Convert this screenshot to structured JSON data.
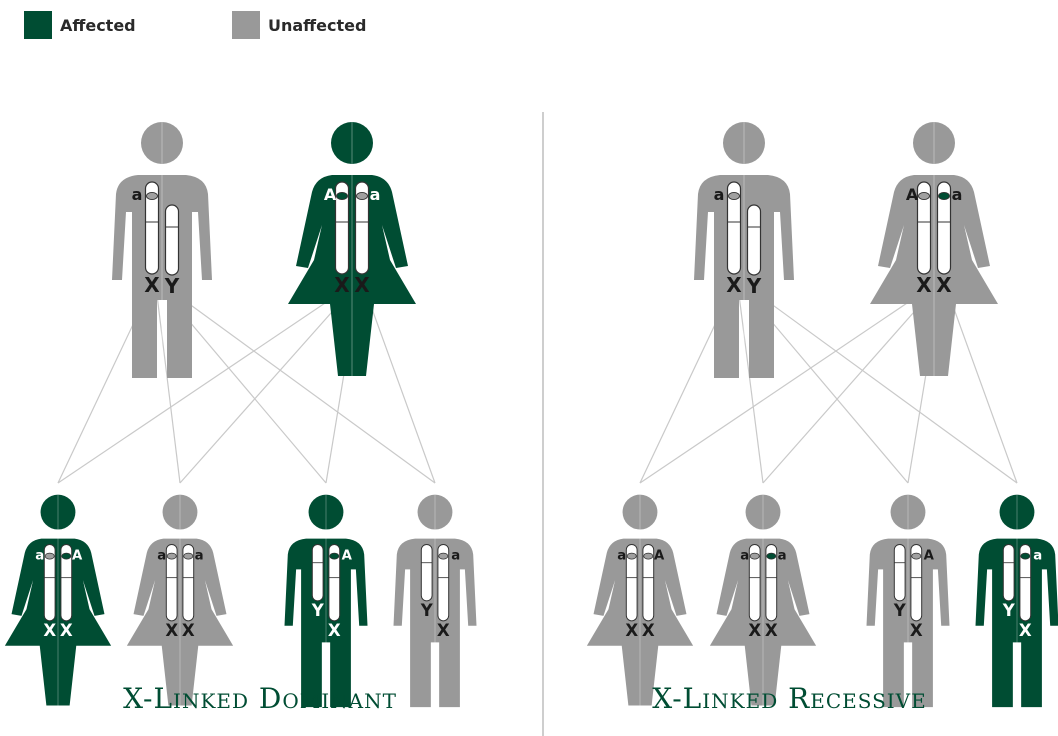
{
  "legend": [
    {
      "label": "Affected",
      "color": "#004d33"
    },
    {
      "label": "Unaffected",
      "color": "#999999"
    }
  ],
  "colors": {
    "affected": "#004d33",
    "unaffected": "#999999",
    "line": "#c9c9c9",
    "divider": "#bdbdbd"
  },
  "panels": [
    {
      "title": "X-Linked Dominant",
      "parents": [
        {
          "sex": "male",
          "affected": false,
          "alleles": [
            "a"
          ],
          "marks": [
            "gray"
          ],
          "chromosomes": [
            "X",
            "Y"
          ]
        },
        {
          "sex": "female",
          "affected": true,
          "alleles": [
            "A",
            "a"
          ],
          "marks": [
            "dark",
            "gray"
          ],
          "chromosomes": [
            "X",
            "X"
          ]
        }
      ],
      "children": [
        {
          "sex": "female",
          "affected": true,
          "alleles": [
            "a",
            "A"
          ],
          "marks": [
            "gray",
            "dark"
          ],
          "chromosomes": [
            "X",
            "X"
          ]
        },
        {
          "sex": "female",
          "affected": false,
          "alleles": [
            "a",
            "a"
          ],
          "marks": [
            "gray",
            "gray"
          ],
          "chromosomes": [
            "X",
            "X"
          ]
        },
        {
          "sex": "male",
          "affected": true,
          "alleles": [
            "A"
          ],
          "marks": [
            "dark"
          ],
          "chromosomes": [
            "Y",
            "X"
          ]
        },
        {
          "sex": "male",
          "affected": false,
          "alleles": [
            "a"
          ],
          "marks": [
            "gray"
          ],
          "chromosomes": [
            "Y",
            "X"
          ]
        }
      ]
    },
    {
      "title": "X-Linked Recessive",
      "parents": [
        {
          "sex": "male",
          "affected": false,
          "alleles": [
            "a"
          ],
          "marks": [
            "gray"
          ],
          "chromosomes": [
            "X",
            "Y"
          ]
        },
        {
          "sex": "female",
          "affected": false,
          "alleles": [
            "A",
            "a"
          ],
          "marks": [
            "gray",
            "dark"
          ],
          "chromosomes": [
            "X",
            "X"
          ]
        }
      ],
      "children": [
        {
          "sex": "female",
          "affected": false,
          "alleles": [
            "a",
            "A"
          ],
          "marks": [
            "gray",
            "gray"
          ],
          "chromosomes": [
            "X",
            "X"
          ]
        },
        {
          "sex": "female",
          "affected": false,
          "alleles": [
            "a",
            "a"
          ],
          "marks": [
            "gray",
            "dark"
          ],
          "chromosomes": [
            "X",
            "X"
          ]
        },
        {
          "sex": "male",
          "affected": false,
          "alleles": [
            "A"
          ],
          "marks": [
            "gray"
          ],
          "chromosomes": [
            "Y",
            "X"
          ]
        },
        {
          "sex": "male",
          "affected": true,
          "alleles": [
            "a"
          ],
          "marks": [
            "dark"
          ],
          "chromosomes": [
            "Y",
            "X"
          ]
        }
      ]
    }
  ]
}
